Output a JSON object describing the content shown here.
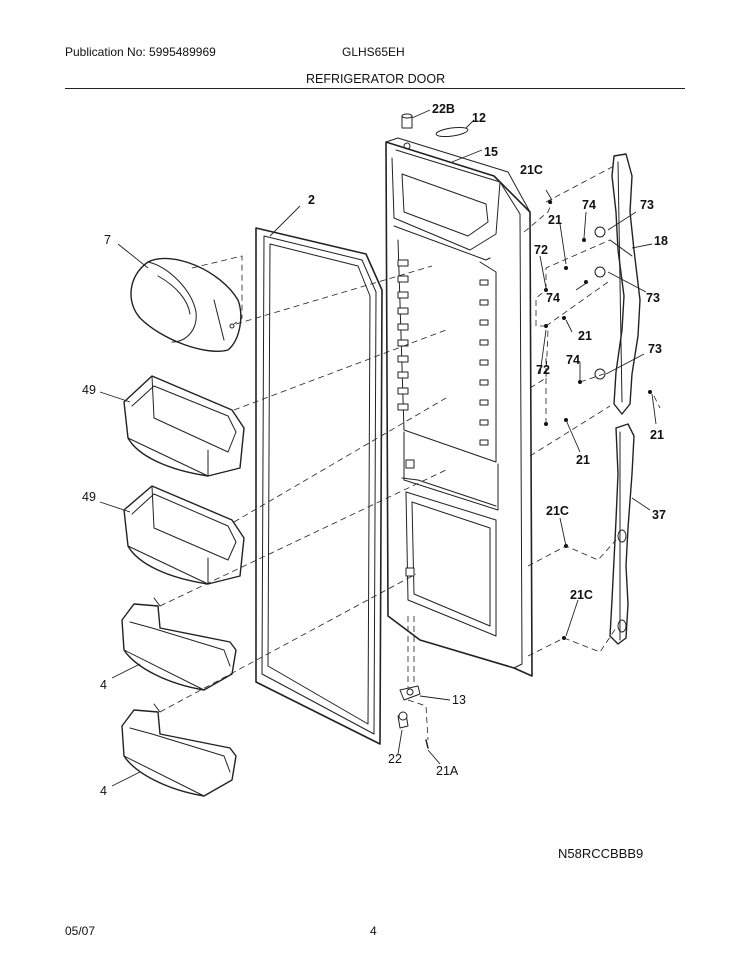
{
  "header": {
    "publication": "Publication No: 5995489969",
    "model": "GLHS65EH",
    "title": "REFRIGERATOR DOOR"
  },
  "callouts": {
    "c22b": "22B",
    "c12": "12",
    "c15": "15",
    "c21c_top": "21C",
    "c2": "2",
    "c7": "7",
    "c74_a": "74",
    "c73_a": "73",
    "c21_a": "21",
    "c18": "18",
    "c72_a": "72",
    "c74_b": "74",
    "c73_b": "73",
    "c21_b": "21",
    "c72_b": "72",
    "c74_c": "74",
    "c73_c": "73",
    "c49_a": "49",
    "c21_c": "21",
    "c21_d": "21",
    "c49_b": "49",
    "c21c_mid": "21C",
    "c37": "37",
    "c21c_bot": "21C",
    "c4_a": "4",
    "c13": "13",
    "c4_b": "4",
    "c22": "22",
    "c21a": "21A"
  },
  "drawing_id": "N58RCCBBB9",
  "footer": {
    "date": "05/07",
    "page": "4"
  }
}
